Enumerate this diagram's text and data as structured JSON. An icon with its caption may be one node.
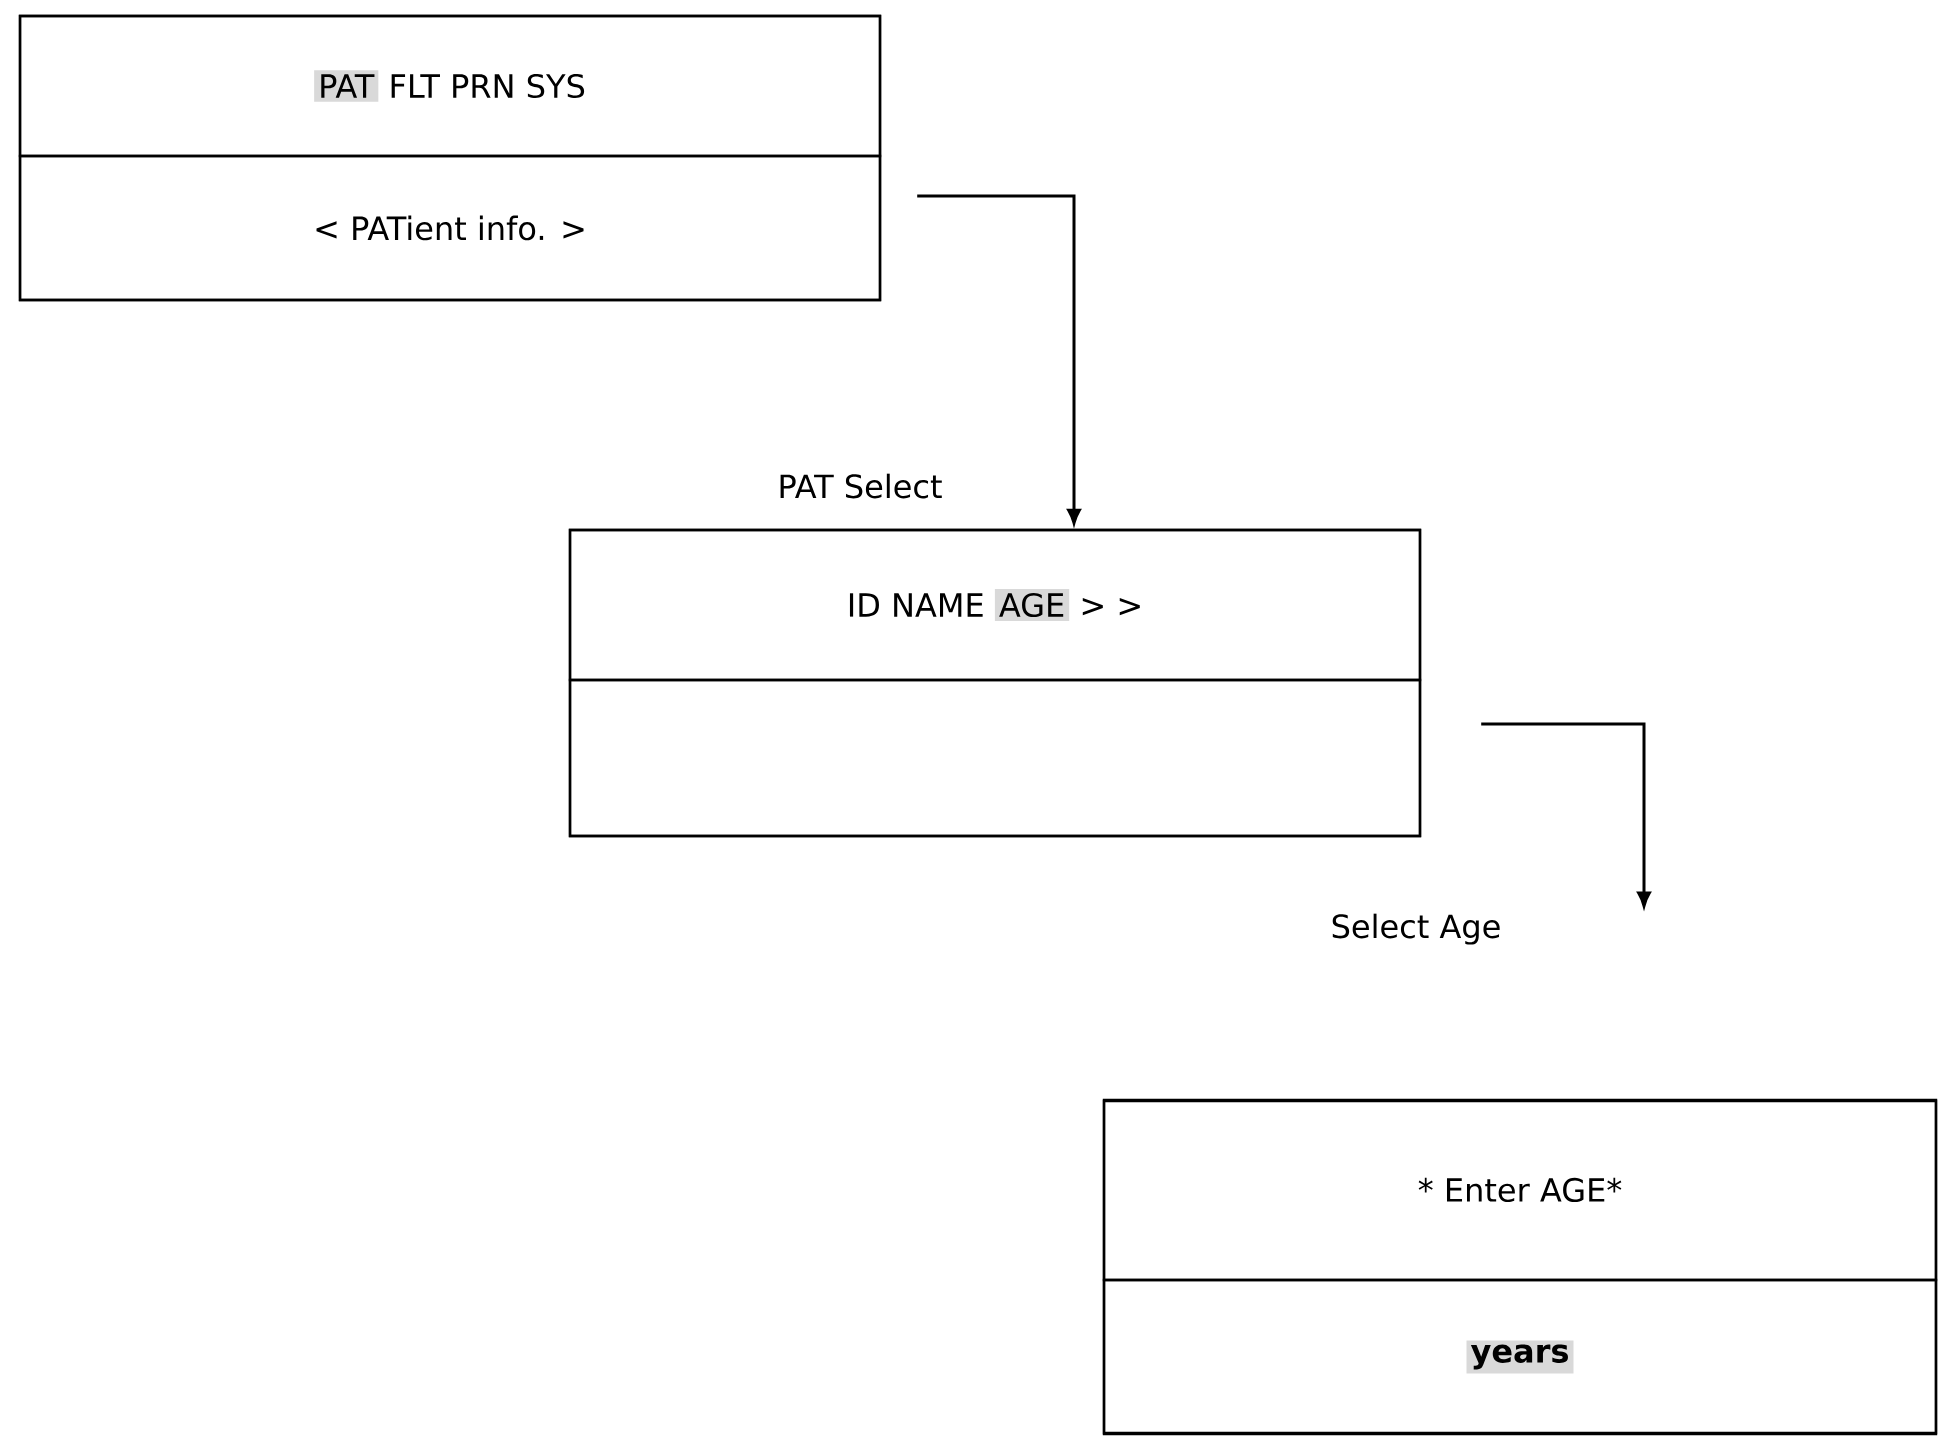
{
  "diagram": {
    "nodes": [
      {
        "text": [],
        "shape": "box"
      },
      {
        "text": [
          "PAT",
          "FLT PRN SYS"
        ],
        "in": 0
      },
      {
        "text": [
          "< PATient info. >"
        ],
        "in": 0
      },
      {
        "text": [
          "PAT Select"
        ]
      },
      {
        "text": [],
        "shape": "box"
      },
      {
        "text": [
          "ID NAME",
          "AGE",
          "> >"
        ],
        "in": 4
      },
      {
        "text": [],
        "shape": "box",
        "in": 4
      },
      {
        "text": [
          "Select Age"
        ]
      },
      {
        "text": [],
        "shape": "box"
      },
      {
        "text": [
          "* Enter AGE*"
        ],
        "in": 8
      },
      {
        "text": [
          "years"
        ],
        "in": 8
      }
    ],
    "edges": [
      {
        "from": 0,
        "to": 4,
        "arrow": "to"
      },
      {
        "from": 4,
        "to": 7,
        "arrow": "to"
      }
    ]
  }
}
